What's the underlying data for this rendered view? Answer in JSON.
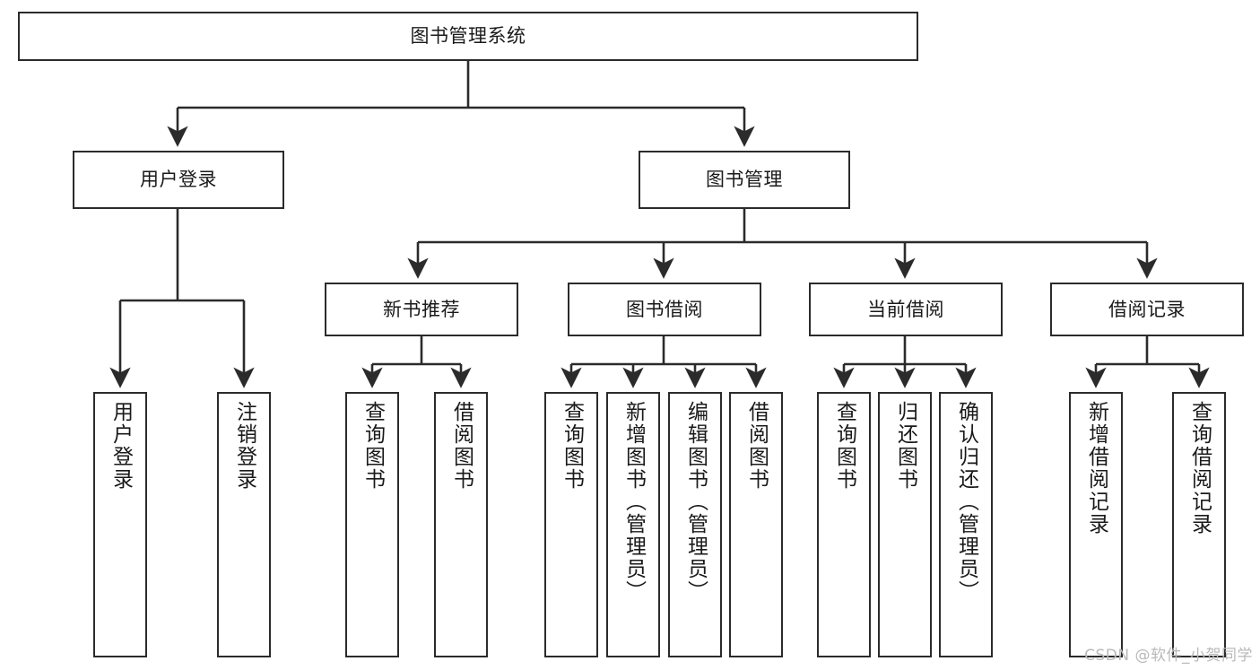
{
  "diagram": {
    "type": "tree-hierarchy-chart",
    "title": "图书管理系统",
    "watermark": "CSDN @软件_小贺同学",
    "colors": {
      "box_stroke": "#2b2b2b",
      "box_fill": "#ffffff",
      "connector": "#2b2b2b",
      "text": "#1a1a1a",
      "watermark": "#b9b9b9"
    },
    "nodes": {
      "root": {
        "label": "图书管理系统",
        "level": 1,
        "orientation": "horizontal"
      },
      "user_login": {
        "label": "用户登录",
        "level": 2,
        "orientation": "horizontal"
      },
      "book_manage": {
        "label": "图书管理",
        "level": 2,
        "orientation": "horizontal"
      },
      "new_book_rec": {
        "label": "新书推荐",
        "level": 3,
        "orientation": "horizontal"
      },
      "book_borrow": {
        "label": "图书借阅",
        "level": 3,
        "orientation": "horizontal"
      },
      "current_borrow": {
        "label": "当前借阅",
        "level": 3,
        "orientation": "horizontal"
      },
      "borrow_record": {
        "label": "借阅记录",
        "level": 3,
        "orientation": "horizontal"
      },
      "leaf_user_login": {
        "label": "用户登录",
        "level": 4,
        "orientation": "vertical"
      },
      "leaf_logout": {
        "label": "注销登录",
        "level": 4,
        "orientation": "vertical"
      },
      "leaf_query_book_1": {
        "label": "查询图书",
        "level": 4,
        "orientation": "vertical"
      },
      "leaf_borrow_book_1": {
        "label": "借阅图书",
        "level": 4,
        "orientation": "vertical"
      },
      "leaf_query_book_2": {
        "label": "查询图书",
        "level": 4,
        "orientation": "vertical"
      },
      "leaf_add_book": {
        "label": "新增图书（管理员）",
        "level": 4,
        "orientation": "vertical"
      },
      "leaf_edit_book": {
        "label": "编辑图书（管理员）",
        "level": 4,
        "orientation": "vertical"
      },
      "leaf_borrow_book_2": {
        "label": "借阅图书",
        "level": 4,
        "orientation": "vertical"
      },
      "leaf_query_book_3": {
        "label": "查询图书",
        "level": 4,
        "orientation": "vertical"
      },
      "leaf_return_book": {
        "label": "归还图书",
        "level": 4,
        "orientation": "vertical"
      },
      "leaf_confirm_return": {
        "label": "确认归还（管理员）",
        "level": 4,
        "orientation": "vertical"
      },
      "leaf_add_record": {
        "label": "新增借阅记录",
        "level": 4,
        "orientation": "vertical"
      },
      "leaf_query_record": {
        "label": "查询借阅记录",
        "level": 4,
        "orientation": "vertical"
      }
    },
    "edges": [
      {
        "from": "root",
        "to": "user_login"
      },
      {
        "from": "root",
        "to": "book_manage"
      },
      {
        "from": "user_login",
        "to": "leaf_user_login"
      },
      {
        "from": "user_login",
        "to": "leaf_logout"
      },
      {
        "from": "book_manage",
        "to": "new_book_rec"
      },
      {
        "from": "book_manage",
        "to": "book_borrow"
      },
      {
        "from": "book_manage",
        "to": "current_borrow"
      },
      {
        "from": "book_manage",
        "to": "borrow_record"
      },
      {
        "from": "new_book_rec",
        "to": "leaf_query_book_1"
      },
      {
        "from": "new_book_rec",
        "to": "leaf_borrow_book_1"
      },
      {
        "from": "book_borrow",
        "to": "leaf_query_book_2"
      },
      {
        "from": "book_borrow",
        "to": "leaf_add_book"
      },
      {
        "from": "book_borrow",
        "to": "leaf_edit_book"
      },
      {
        "from": "book_borrow",
        "to": "leaf_borrow_book_2"
      },
      {
        "from": "current_borrow",
        "to": "leaf_query_book_3"
      },
      {
        "from": "current_borrow",
        "to": "leaf_return_book"
      },
      {
        "from": "current_borrow",
        "to": "leaf_confirm_return"
      },
      {
        "from": "borrow_record",
        "to": "leaf_add_record"
      },
      {
        "from": "borrow_record",
        "to": "leaf_query_record"
      }
    ]
  }
}
